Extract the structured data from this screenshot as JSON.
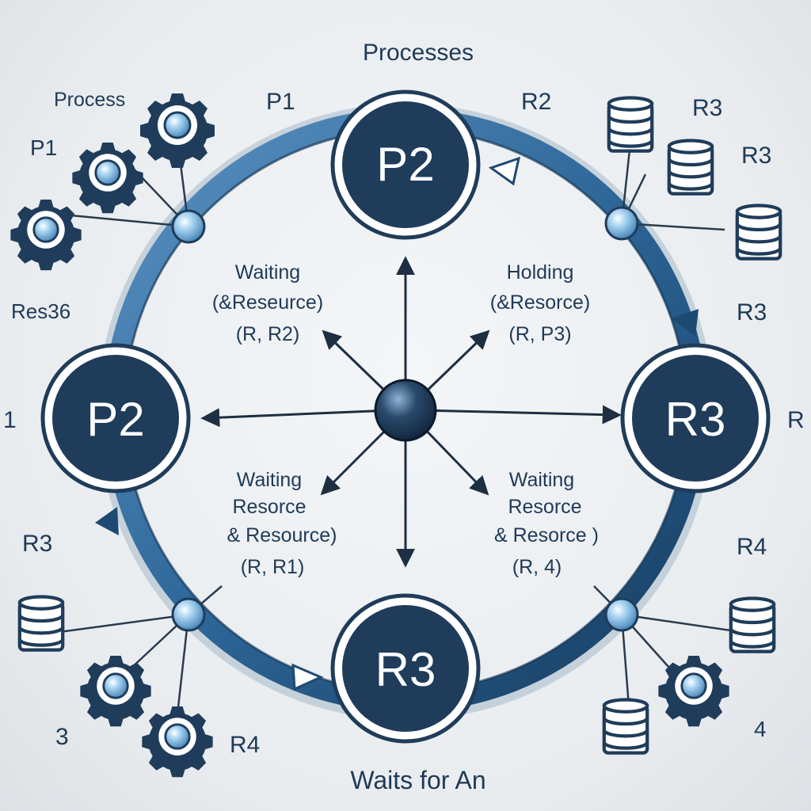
{
  "title": "Processes",
  "footer": "Waits for An",
  "colors": {
    "ring_dark": "#1d4a73",
    "ring_light": "#5b93c3",
    "node_fill": "#1f3c5a",
    "node_ring": "#ffffff",
    "orb": "#8ec3ea",
    "line": "#253a4f",
    "text": "#1f3a57"
  },
  "nodes": {
    "top": "P2",
    "left": "P2",
    "right": "R3",
    "bottom": "R3"
  },
  "quadrants": {
    "upper_left": [
      "Waiting",
      "(&Reseurce)",
      "(R, R2)"
    ],
    "upper_right": [
      "Holding",
      "(&Resorce)",
      "(R, P3)"
    ],
    "lower_left": [
      "Waiting",
      "Resorce",
      "& Resource)",
      "(R, R1)"
    ],
    "lower_right": [
      "Waiting",
      "Resorce",
      "& Resorce )",
      "(R, 4)"
    ]
  },
  "labels": {
    "process": "Process",
    "p1_top": "P1",
    "p1_left": "P1",
    "r2_top": "R2",
    "r3_a": "R3",
    "r3_b": "R3",
    "res36": "Res36",
    "r3_right": "R3",
    "edge_left": "1",
    "edge_right": "R",
    "r3_left": "R3",
    "r4_right": "R4",
    "num3": "3",
    "r4_bottom": "R4",
    "num4": "4"
  },
  "icons": {
    "gear": "gear-icon",
    "database": "database-icon",
    "orb": "connector-orb-icon"
  }
}
